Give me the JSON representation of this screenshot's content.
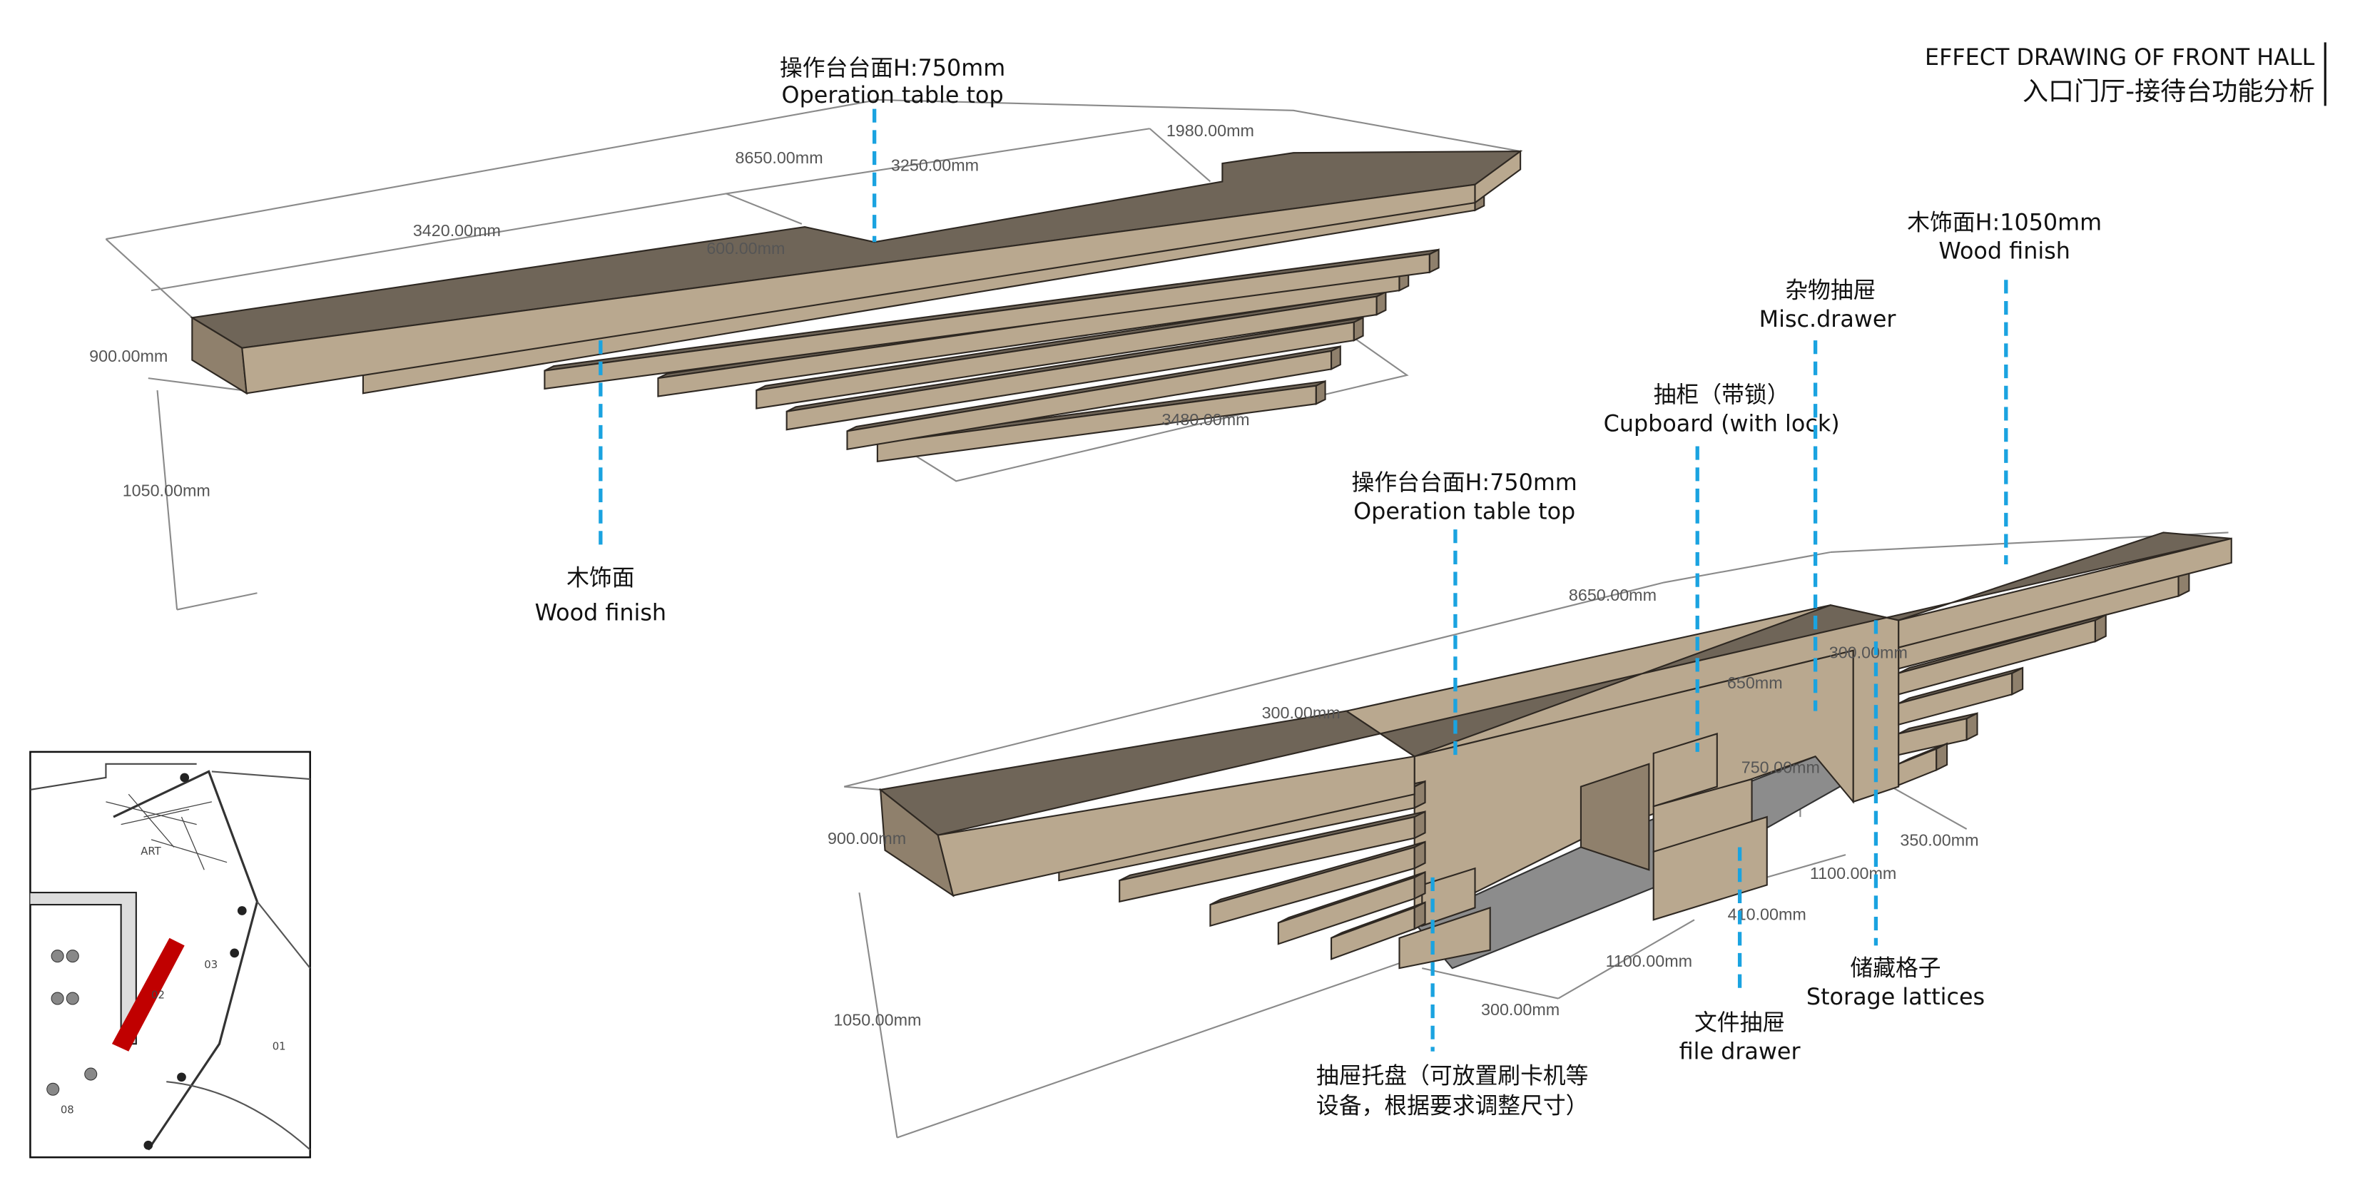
{
  "title": {
    "en": "EFFECT DRAWING OF FRONT HALL",
    "cn": "入口门厅-接待台功能分析"
  },
  "top_view": {
    "labels": {
      "table_top_cn": "操作台台面H:750mm",
      "table_top_en": "Operation table top",
      "wood_cn": "木饰面",
      "wood_en": "Wood finish"
    },
    "dimensions": {
      "total_length": "8650.00mm",
      "mid_length": "3250.00mm",
      "right_length": "1980.00mm",
      "left_length": "3420.00mm",
      "step": "600.00mm",
      "depth": "900.00mm",
      "height": "1050.00mm",
      "bottom_length": "3480.00mm"
    }
  },
  "bottom_view": {
    "labels": {
      "table_top_cn": "操作台台面H:750mm",
      "table_top_en": "Operation table top",
      "cupboard_cn": "抽柜（带锁）",
      "cupboard_en": "Cupboard (with lock)",
      "misc_cn": "杂物抽屉",
      "misc_en": "Misc.drawer",
      "wood_cn": "木饰面H:1050mm",
      "wood_en": "Wood finish",
      "storage_cn": "储藏格子",
      "storage_en": "Storage lattices",
      "file_cn": "文件抽屉",
      "file_en": "file drawer",
      "tray_cn_1": "抽屉托盘（可放置刷卡机等",
      "tray_cn_2": "设备，根据要求调整尺寸）"
    },
    "dimensions": {
      "total_length": "8650.00mm",
      "depth": "900.00mm",
      "well_width": "300.00mm",
      "right_width": "300.00mm",
      "drawer_depth": "650mm",
      "table_height": "750.00mm",
      "lattice_width": "350.00mm",
      "right_1100": "1100.00mm",
      "drawer_410": "410.00mm",
      "mid_1100": "1100.00mm",
      "tray_300": "300.00mm",
      "height": "1050.00mm"
    }
  },
  "floor_plan": {
    "rooms": [
      "ART",
      "03",
      "02",
      "01",
      "08"
    ],
    "highlight_color": "#c00000"
  },
  "colors": {
    "leader_line": "#1aa3e0",
    "wood_top": "#6f6558",
    "wood_front": "#b9a88f"
  }
}
